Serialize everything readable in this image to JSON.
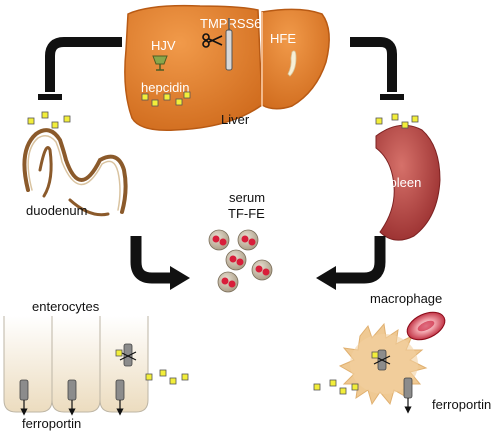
{
  "labels": {
    "tmprss6": "TMPRSS6",
    "hjv": "HJV",
    "hfe": "HFE",
    "hepcidin": "hepcidin",
    "liver": "Liver",
    "duodenum": "duodenum",
    "spleen": "spleen",
    "serum": "serum",
    "tf_fe": "TF-FE",
    "enterocytes": "enterocytes",
    "ferroportin_left": "ferroportin",
    "macrophage": "macrophage",
    "ferroportin_right": "ferroportin"
  },
  "colors": {
    "liver": "#e07a2a",
    "liver_dark": "#b85a14",
    "spleen": "#b2443e",
    "hepcidin_dot": "#f2ee3a",
    "arrow": "#111111",
    "cell_fill": "#f4ecdc",
    "macrophage_fill": "#efc993",
    "rbc": "#c8102e",
    "tf_outer": "#c9bda7",
    "tf_iron": "#d81e3a",
    "ferroportin": "#8c8c8c",
    "intestine": "#8b5a2b"
  },
  "icons": {
    "hjv": "goblet-icon",
    "tmprss6": "scissors-icon",
    "hfe": "receptor-icon"
  }
}
